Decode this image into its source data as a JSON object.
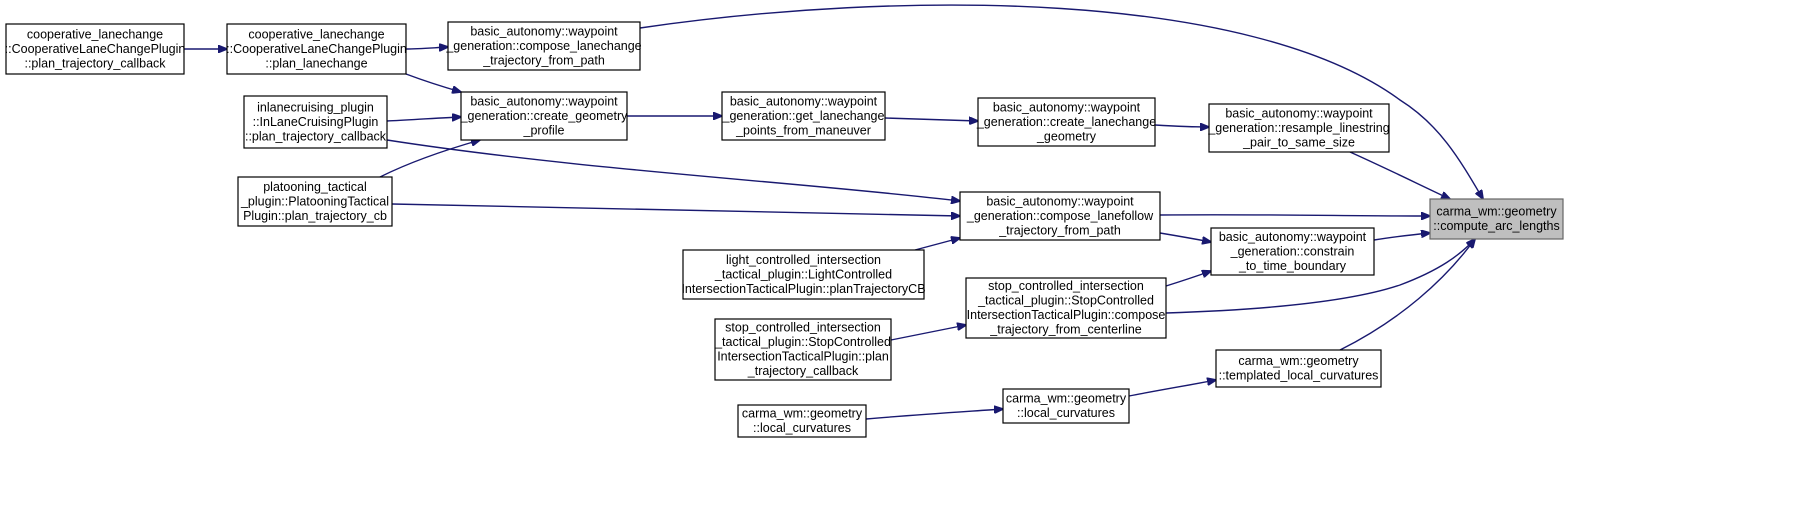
{
  "nodes": [
    {
      "id": "n1",
      "lines": [
        "cooperative_lanechange",
        "::CooperativeLaneChangePlugin",
        "::plan_trajectory_callback"
      ]
    },
    {
      "id": "n2",
      "lines": [
        "cooperative_lanechange",
        "::CooperativeLaneChangePlugin",
        "::plan_lanechange"
      ]
    },
    {
      "id": "n3",
      "lines": [
        "basic_autonomy::waypoint",
        "_generation::compose_lanechange",
        "_trajectory_from_path"
      ]
    },
    {
      "id": "n4",
      "lines": [
        "inlanecruising_plugin",
        "::InLaneCruisingPlugin",
        "::plan_trajectory_callback"
      ]
    },
    {
      "id": "n5",
      "lines": [
        "basic_autonomy::waypoint",
        "_generation::create_geometry",
        "_profile"
      ]
    },
    {
      "id": "n6",
      "lines": [
        "basic_autonomy::waypoint",
        "_generation::get_lanechange",
        "_points_from_maneuver"
      ]
    },
    {
      "id": "n7",
      "lines": [
        "basic_autonomy::waypoint",
        "_generation::create_lanechange",
        "_geometry"
      ]
    },
    {
      "id": "n8",
      "lines": [
        "basic_autonomy::waypoint",
        "_generation::resample_linestring",
        "_pair_to_same_size"
      ]
    },
    {
      "id": "n9",
      "lines": [
        "platooning_tactical",
        "_plugin::PlatooningTactical",
        "Plugin::plan_trajectory_cb"
      ]
    },
    {
      "id": "n10",
      "lines": [
        "basic_autonomy::waypoint",
        "_generation::compose_lanefollow",
        "_trajectory_from_path"
      ]
    },
    {
      "id": "n11",
      "lines": [
        "carma_wm::geometry",
        "::compute_arc_lengths"
      ]
    },
    {
      "id": "n12",
      "lines": [
        "light_controlled_intersection",
        "_tactical_plugin::LightControlled",
        "IntersectionTacticalPlugin::planTrajectoryCB"
      ]
    },
    {
      "id": "n13",
      "lines": [
        "basic_autonomy::waypoint",
        "_generation::constrain",
        "_to_time_boundary"
      ]
    },
    {
      "id": "n14",
      "lines": [
        "stop_controlled_intersection",
        "_tactical_plugin::StopControlled",
        "IntersectionTacticalPlugin::compose",
        "_trajectory_from_centerline"
      ]
    },
    {
      "id": "n15",
      "lines": [
        "stop_controlled_intersection",
        "_tactical_plugin::StopControlled",
        "IntersectionTacticalPlugin::plan",
        "_trajectory_callback"
      ]
    },
    {
      "id": "n16",
      "lines": [
        "carma_wm::geometry",
        "::templated_local_curvatures"
      ]
    },
    {
      "id": "n17",
      "lines": [
        "carma_wm::geometry",
        "::local_curvatures"
      ]
    },
    {
      "id": "n18",
      "lines": [
        "carma_wm::geometry",
        "::local_curvatures"
      ]
    }
  ],
  "edges": [
    {
      "from": "n1",
      "to": "n2"
    },
    {
      "from": "n2",
      "to": "n3"
    },
    {
      "from": "n2",
      "to": "n5"
    },
    {
      "from": "n3",
      "to": "n11"
    },
    {
      "from": "n4",
      "to": "n5"
    },
    {
      "from": "n4",
      "to": "n10"
    },
    {
      "from": "n5",
      "to": "n6"
    },
    {
      "from": "n6",
      "to": "n7"
    },
    {
      "from": "n7",
      "to": "n8"
    },
    {
      "from": "n8",
      "to": "n11"
    },
    {
      "from": "n9",
      "to": "n5"
    },
    {
      "from": "n9",
      "to": "n10"
    },
    {
      "from": "n10",
      "to": "n11"
    },
    {
      "from": "n10",
      "to": "n13"
    },
    {
      "from": "n12",
      "to": "n10"
    },
    {
      "from": "n13",
      "to": "n11"
    },
    {
      "from": "n14",
      "to": "n13"
    },
    {
      "from": "n14",
      "to": "n11"
    },
    {
      "from": "n15",
      "to": "n14"
    },
    {
      "from": "n16",
      "to": "n11"
    },
    {
      "from": "n17",
      "to": "n16"
    },
    {
      "from": "n18",
      "to": "n17"
    }
  ],
  "colors": {
    "edge": "#191970",
    "root_fill": "#bfbfbf",
    "root_stroke": "#666666",
    "node_fill": "#ffffff",
    "node_stroke": "#000000"
  },
  "root": "n11"
}
